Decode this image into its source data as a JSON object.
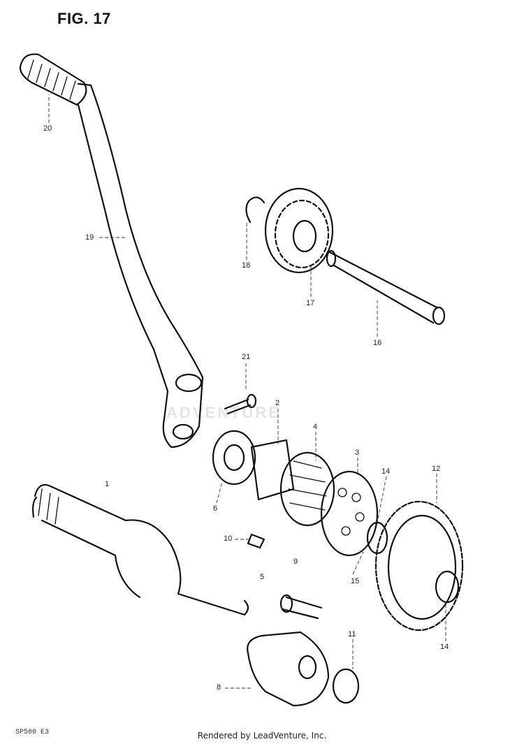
{
  "figure": {
    "title": "FIG. 17"
  },
  "watermark": "ADVENTURE",
  "callouts": [
    {
      "id": "c20",
      "label": "20"
    },
    {
      "id": "c19",
      "label": "19"
    },
    {
      "id": "c18",
      "label": "18"
    },
    {
      "id": "c17",
      "label": "17"
    },
    {
      "id": "c16",
      "label": "16"
    },
    {
      "id": "c21",
      "label": "21"
    },
    {
      "id": "c2",
      "label": "2"
    },
    {
      "id": "c4",
      "label": "4"
    },
    {
      "id": "c3",
      "label": "3"
    },
    {
      "id": "c14a",
      "label": "14"
    },
    {
      "id": "c12",
      "label": "12"
    },
    {
      "id": "c1",
      "label": "1"
    },
    {
      "id": "c6",
      "label": "6"
    },
    {
      "id": "c10",
      "label": "10"
    },
    {
      "id": "c9",
      "label": "9"
    },
    {
      "id": "c5",
      "label": "5"
    },
    {
      "id": "c15",
      "label": "15"
    },
    {
      "id": "c14b",
      "label": "14"
    },
    {
      "id": "c11",
      "label": "11"
    },
    {
      "id": "c8",
      "label": "8"
    }
  ],
  "footer": {
    "rendered_by": "Rendered by LeadVenture, Inc.",
    "code": "SP500 E3"
  }
}
